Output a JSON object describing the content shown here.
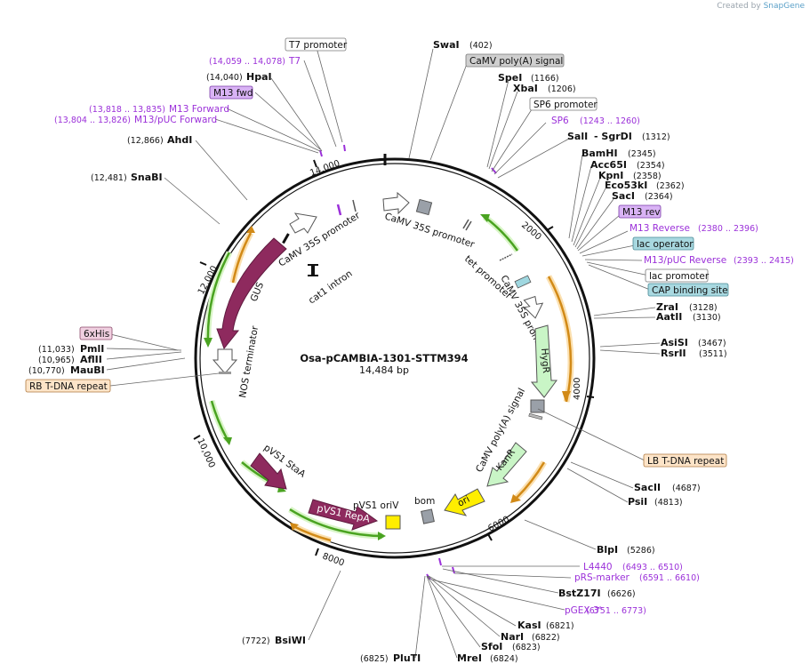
{
  "credit": {
    "prefix": "Created by",
    "brand": "SnapGene"
  },
  "plasmid": {
    "name": "Osa-pCAMBIA-1301-STTM394",
    "size_label": "14,484 bp"
  },
  "ticks": [
    "2000",
    "4000",
    "6000",
    "8000",
    "10,000",
    "12,000",
    "14,000"
  ],
  "enzymes_right": [
    {
      "name": "SwaI",
      "pos": "(402)"
    },
    {
      "name": "SpeI",
      "pos": "(1166)"
    },
    {
      "name": "XbaI",
      "pos": "(1206)"
    },
    {
      "name": "SalI",
      "name2": "SgrDI",
      "pos": "(1312)"
    },
    {
      "name": "BamHI",
      "pos": "(2345)"
    },
    {
      "name": "Acc65I",
      "pos": "(2354)"
    },
    {
      "name": "KpnI",
      "pos": "(2358)"
    },
    {
      "name": "Eco53kI",
      "pos": "(2362)"
    },
    {
      "name": "SacI",
      "pos": "(2364)"
    },
    {
      "name": "ZraI",
      "pos": "(3128)"
    },
    {
      "name": "AatII",
      "pos": "(3130)"
    },
    {
      "name": "AsiSI",
      "pos": "(3467)"
    },
    {
      "name": "RsrII",
      "pos": "(3511)"
    },
    {
      "name": "SacII",
      "pos": "(4687)"
    },
    {
      "name": "PsiI",
      "pos": "(4813)"
    },
    {
      "name": "BlpI",
      "pos": "(5286)"
    },
    {
      "name": "BstZ17I",
      "pos": "(6626)"
    },
    {
      "name": "KasI",
      "pos": "(6821)"
    },
    {
      "name": "NarI",
      "pos": "(6822)"
    },
    {
      "name": "SfoI",
      "pos": "(6823)"
    },
    {
      "name": "MreI",
      "pos": "(6824)"
    },
    {
      "name": "PluTI",
      "pos": "(6825)"
    }
  ],
  "enzymes_left": [
    {
      "name": "HpaI",
      "pos": "(14,040)"
    },
    {
      "name": "AhdI",
      "pos": "(12,866)"
    },
    {
      "name": "SnaBI",
      "pos": "(12,481)"
    },
    {
      "name": "PmlI",
      "pos": "(11,033)"
    },
    {
      "name": "AflII",
      "pos": "(10,965)"
    },
    {
      "name": "MauBI",
      "pos": "(10,770)"
    },
    {
      "name": "BsiWI",
      "pos": "(7722)"
    }
  ],
  "primers": [
    {
      "name": "T7",
      "pos": "(14,059 .. 14,078)"
    },
    {
      "name": "M13 Forward",
      "pos": "(13,818 .. 13,835)"
    },
    {
      "name": "M13/pUC Forward",
      "pos": "(13,804 .. 13,826)"
    },
    {
      "name": "SP6",
      "pos": "(1243 .. 1260)"
    },
    {
      "name": "M13 Reverse",
      "pos": "(2380 .. 2396)"
    },
    {
      "name": "M13/pUC Reverse",
      "pos": "(2393 .. 2415)"
    },
    {
      "name": "L4440",
      "pos": "(6493 .. 6510)"
    },
    {
      "name": "pRS-marker",
      "pos": "(6591 .. 6610)"
    },
    {
      "name": "pGEX 3'",
      "pos": "(6751 .. 6773)"
    }
  ],
  "boxed": {
    "t7_promoter": "T7 promoter",
    "camv_polya": "CaMV poly(A) signal",
    "sp6_promoter": "SP6 promoter",
    "m13_fwd": "M13 fwd",
    "m13_rev": "M13 rev",
    "lac_operator": "lac operator",
    "lac_promoter": "lac promoter",
    "cap_site": "CAP binding site",
    "his": "6xHis",
    "rb_tdna": "RB T-DNA repeat",
    "lb_tdna": "LB T-DNA repeat"
  },
  "features": {
    "camv35s_top": "CaMV 35S promoter",
    "camv35s_left": "CaMV 35S promoter",
    "camv35s_right": "CaMV 35S promoter",
    "tet": "tet promoter",
    "cat1": "cat1 intron",
    "gus": "GUS",
    "nos": "NOS terminator",
    "hygr": "HygR",
    "polya2": "CaMV poly(A) signal",
    "kanr": "KanR",
    "ori": "ori",
    "bom": "bom",
    "pvs1_oriv": "pVS1 oriV",
    "pvs1_repa": "pVS1 RepA",
    "pvs1_staa": "pVS1 StaA"
  },
  "colors": {
    "primer": "#9b30d9",
    "primer_box": "#d9b3f5",
    "lac_box": "#a8d8e0",
    "tdna_box": "#fde4c8",
    "his_box": "#f0cfe0",
    "gray_box": "#cfcfcf",
    "gus": "#8e2a5e",
    "hygr": "#c9f5c6",
    "ori": "#ffee00",
    "orf_green": "#4aa321",
    "orf_orange": "#d28a17"
  }
}
